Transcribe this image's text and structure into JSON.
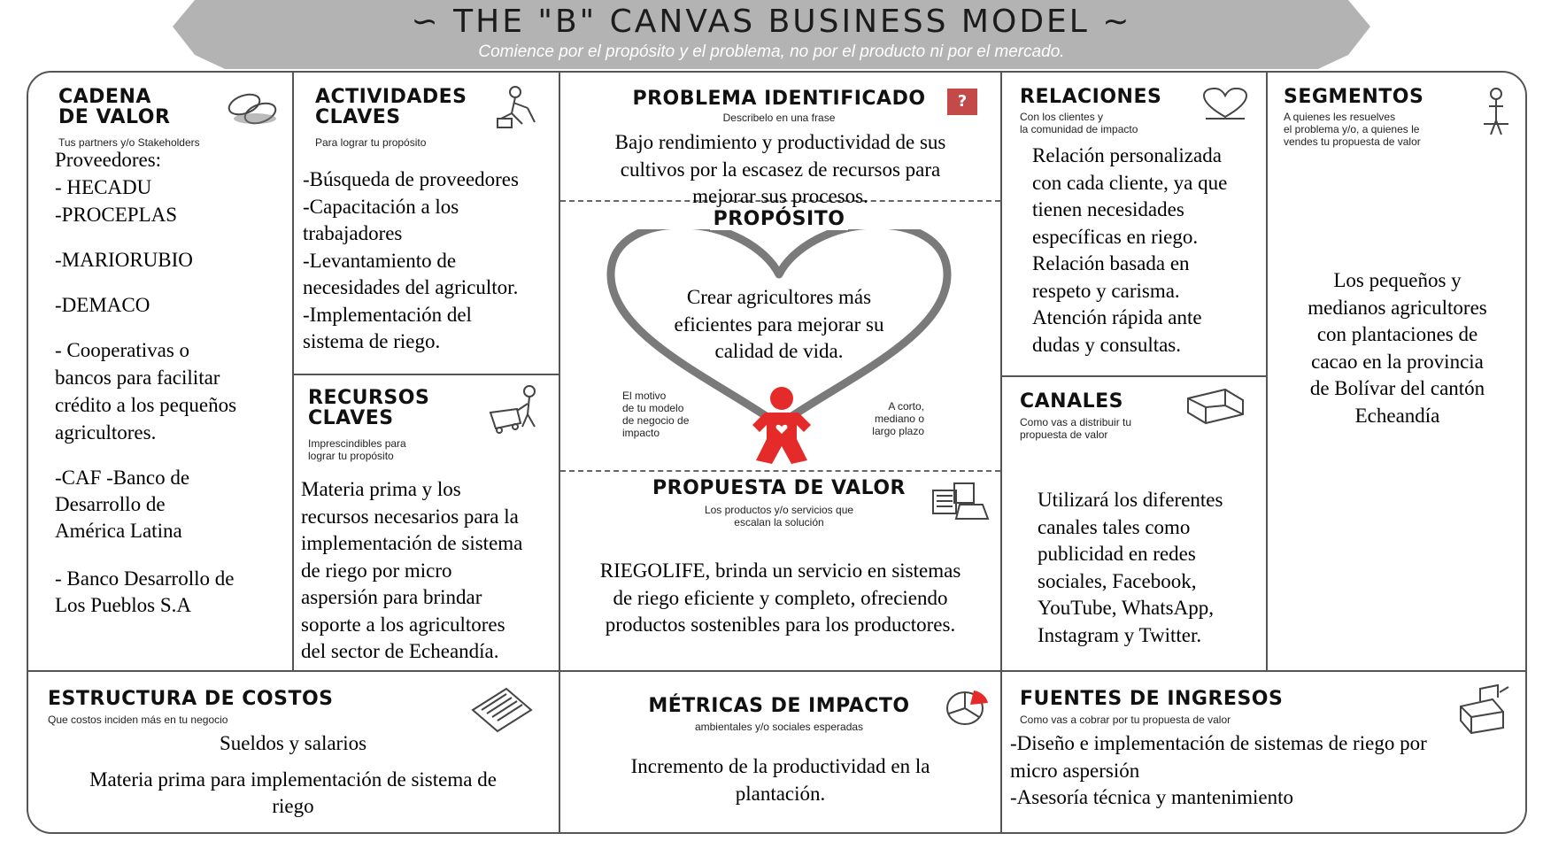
{
  "header": {
    "title": "∽ THE \"B\" CANVAS BUSINESS MODEL ∼",
    "subtitle": "Comience por el propósito y el problema, no por el producto ni por el mercado."
  },
  "cadena_valor": {
    "title_line1": "CADENA",
    "title_line2": "DE VALOR",
    "subtitle": "Tus partners y/o Stakeholders",
    "icon": "chain-links-icon",
    "lines": [
      "Proveedores:",
      "- HECADU",
      "-PROCEPLAS",
      "-MARIORUBIO",
      "-DEMACO",
      "- Cooperativas o",
      "bancos para facilitar",
      "crédito a los pequeños",
      "agricultores.",
      "-CAF -Banco de",
      "Desarrollo de",
      "América Latina",
      "- Banco Desarrollo de",
      "Los Pueblos S.A"
    ]
  },
  "actividades": {
    "title_line1": "ACTIVIDADES",
    "title_line2": "CLAVES",
    "subtitle": "Para lograr tu propósito",
    "icon": "worker-icon",
    "lines": [
      "-Búsqueda de proveedores",
      "-Capacitación a los",
      "trabajadores",
      "-Levantamiento de",
      "necesidades del agricultor.",
      "-Implementación del",
      "sistema de riego."
    ]
  },
  "recursos": {
    "title_line1": "RECURSOS",
    "title_line2": "CLAVES",
    "subtitle_line1": "Imprescindibles para",
    "subtitle_line2": "lograr tu propósito",
    "icon": "person-with-cart-icon",
    "lines": [
      "Materia prima y los",
      "recursos necesarios para la",
      "implementación de sistema",
      "de riego por micro",
      "aspersión para brindar",
      "soporte a los agricultores",
      "del sector de Echeandía."
    ]
  },
  "problema": {
    "title": "PROBLEMA IDENTIFICADO",
    "subtitle": "Describelo en una frase",
    "badge": "?",
    "lines": [
      "Bajo rendimiento y productividad de sus",
      "cultivos por la escasez de recursos para",
      "mejorar sus procesos."
    ]
  },
  "proposito": {
    "title": "PROPÓSITO",
    "lines": [
      "Crear agricultores más",
      "eficientes para mejorar su",
      "calidad de vida."
    ],
    "left_note": [
      "El motivo",
      "de tu modelo",
      "de negocio de",
      "impacto"
    ],
    "right_note": [
      "A corto,",
      "mediano o",
      "largo plazo"
    ],
    "icon": "gingerbread-figure-icon",
    "heart_icon": "heart-outline-icon"
  },
  "propuesta": {
    "title": "PROPUESTA DE VALOR",
    "subtitle_line1": "Los productos y/o servicios que",
    "subtitle_line2": "escalan la solución",
    "icon": "gift-boxes-icon",
    "lines": [
      "RIEGOLIFE, brinda un servicio en sistemas",
      "de riego eficiente y completo, ofreciendo",
      "productos sostenibles para los productores."
    ]
  },
  "relaciones": {
    "title": "RELACIONES",
    "subtitle_line1": "Con los clientes y",
    "subtitle_line2": "la comunidad de impacto",
    "icon": "heart-icon",
    "lines": [
      "Relación personalizada",
      "con cada cliente, ya que",
      "tienen necesidades",
      "específicas en riego.",
      "Relación basada en",
      "respeto y carisma.",
      "Atención rápida ante",
      "dudas y consultas."
    ]
  },
  "canales": {
    "title": "CANALES",
    "subtitle_line1": "Como vas a distribuir tu",
    "subtitle_line2": "propuesta de valor",
    "icon": "delivery-truck-icon",
    "lines": [
      "Utilizará los diferentes",
      "canales tales como",
      "publicidad en redes",
      "sociales, Facebook,",
      "YouTube, WhatsApp,",
      "Instagram y Twitter."
    ]
  },
  "segmentos": {
    "title": "SEGMENTOS",
    "subtitle_line1": "A quienes les resuelves",
    "subtitle_line2": "el problema y/o, a quienes le",
    "subtitle_line3": "vendes tu propuesta de valor",
    "icon": "standing-person-icon",
    "lines": [
      "Los pequeños y",
      "medianos agricultores",
      "con plantaciones de",
      "cacao en la provincia",
      "de Bolívar del cantón",
      "Echeandía"
    ]
  },
  "costos": {
    "title": "ESTRUCTURA DE COSTOS",
    "subtitle": "Que costos inciden más en tu negocio",
    "icon": "document-stack-icon",
    "line1": "Sueldos y salarios",
    "line2": "Materia prima para implementación de sistema de",
    "line3": "riego"
  },
  "metricas": {
    "title": "MÉTRICAS DE IMPACTO",
    "subtitle": "ambientales y/o sociales esperadas",
    "icon": "pie-chart-icon",
    "lines": [
      "Incremento de la productividad en la",
      "plantación."
    ]
  },
  "ingresos": {
    "title": "FUENTES DE INGRESOS",
    "subtitle": "Como vas a cobrar por tu propuesta de valor",
    "icon": "cash-register-icon",
    "lines": [
      "-Diseño e implementación de sistemas de riego por",
      "micro aspersión",
      "-Asesoría técnica y mantenimiento"
    ]
  },
  "colors": {
    "banner": "#b3b3b3",
    "badge": "#c44a4a",
    "figure": "#e52a2a",
    "frame": "#555555"
  }
}
